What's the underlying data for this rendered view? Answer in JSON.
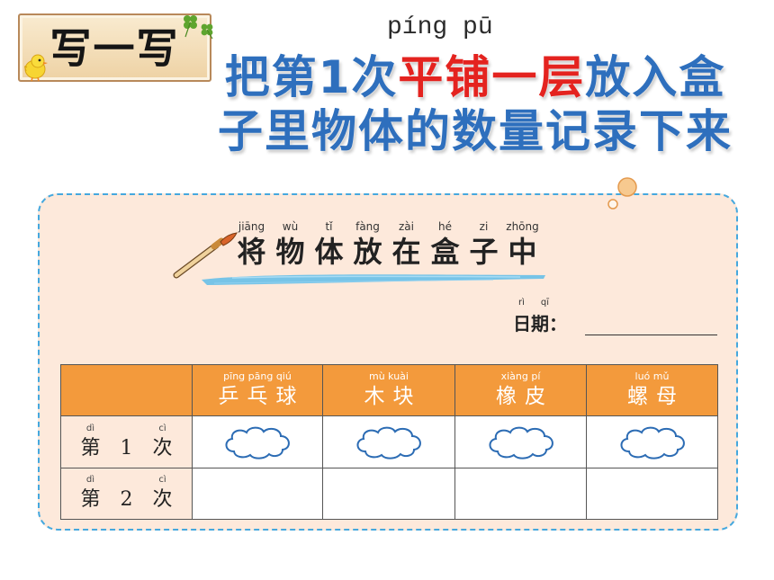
{
  "badge": {
    "label": "写一写",
    "icons": [
      "chick-icon",
      "clover-icon"
    ]
  },
  "heading": {
    "pinyin": "píng pū",
    "line1": [
      {
        "text": "把第1次",
        "color": "#2e6fbd"
      },
      {
        "text": "平铺一层",
        "color": "#e4231f"
      },
      {
        "text": "放入盒",
        "color": "#2e6fbd"
      }
    ],
    "line2": {
      "text": "子里物体的数量记录下来",
      "color": "#2e6fbd"
    }
  },
  "card": {
    "title": {
      "icon": "brush-icon",
      "pinyin": [
        "jiāng",
        "wù",
        "tǐ",
        "fàng",
        "zài",
        "hé",
        "zi",
        "zhōng"
      ],
      "chars": [
        "将",
        "物",
        "体",
        "放",
        "在",
        "盒",
        "子",
        "中"
      ]
    },
    "date": {
      "pinyin": [
        "rì",
        "qī"
      ],
      "label": "日期：",
      "value": ""
    }
  },
  "table": {
    "columns": [
      {
        "pinyin": "pīng pāng qiú",
        "label": "乒乓球"
      },
      {
        "pinyin": "mù kuài",
        "label": "木块"
      },
      {
        "pinyin": "xiàng pí",
        "label": "橡皮"
      },
      {
        "pinyin": "luó mǔ",
        "label": "螺母"
      }
    ],
    "rows": [
      {
        "pinyin": [
          "dì",
          "cì"
        ],
        "label": [
          "第",
          "1",
          "次"
        ],
        "cells": [
          "cloud-icon",
          "cloud-icon",
          "cloud-icon",
          "cloud-icon"
        ]
      },
      {
        "pinyin": [
          "dì",
          "cì"
        ],
        "label": [
          "第",
          "2",
          "次"
        ],
        "cells": [
          "",
          "",
          "",
          ""
        ]
      }
    ]
  },
  "colors": {
    "heading_blue": "#2e6fbd",
    "heading_red": "#e4231f",
    "card_fill": "#fde9db",
    "card_border": "#45a8de",
    "table_header": "#f39a3c",
    "cloud_outline": "#2c6cb4"
  }
}
